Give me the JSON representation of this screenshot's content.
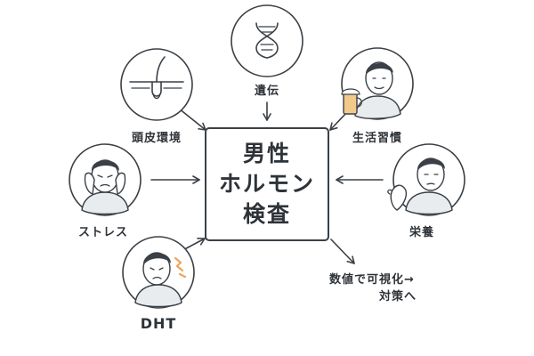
{
  "center": {
    "line1": "男性",
    "line2": "ホルモン",
    "line3": "検査"
  },
  "factors": {
    "genetics": "遺伝",
    "scalp": "頭皮環境",
    "lifestyle": "生活習慣",
    "stress": "ストレス",
    "nutrition": "栄養",
    "dht": "DHT"
  },
  "result": {
    "line1": "数値で可視化→",
    "line2": "対策へ"
  },
  "colors": {
    "line": "#3a4046",
    "shirt": "#e9ecee",
    "beer": "#f3c98b",
    "dht_accent": "#f0a35e"
  }
}
